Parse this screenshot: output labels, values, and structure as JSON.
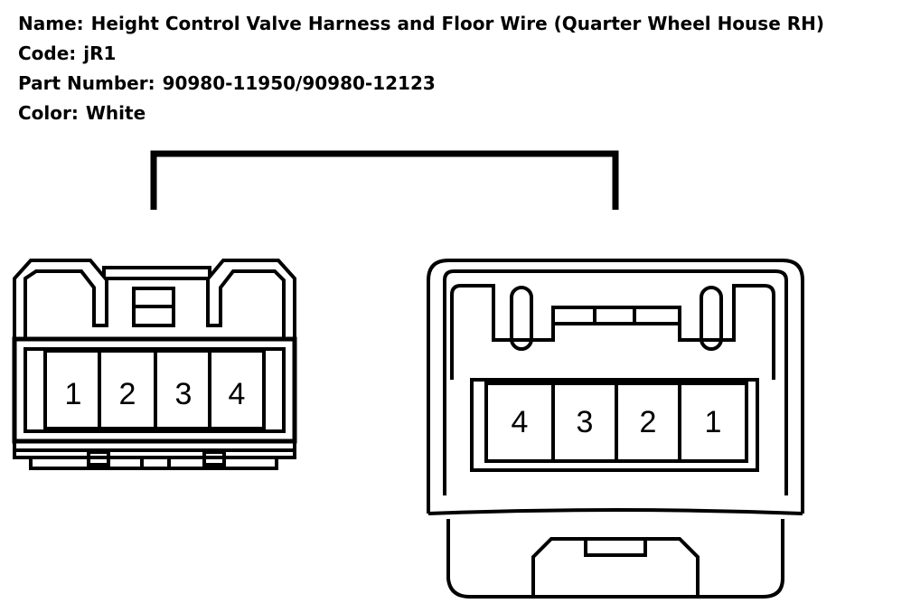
{
  "info": {
    "name_label": "Name:",
    "name_value": "Height Control Valve Harness and Floor Wire (Quarter Wheel House RH)",
    "code_label": "Code:",
    "code_value": "jR1",
    "part_label": "Part Number:",
    "part_value": "90980-11950/90980-12123",
    "color_label": "Color:",
    "color_value": "White"
  },
  "connectors": {
    "left": {
      "pins": [
        "1",
        "2",
        "3",
        "4"
      ]
    },
    "right": {
      "pins": [
        "4",
        "3",
        "2",
        "1"
      ]
    }
  }
}
